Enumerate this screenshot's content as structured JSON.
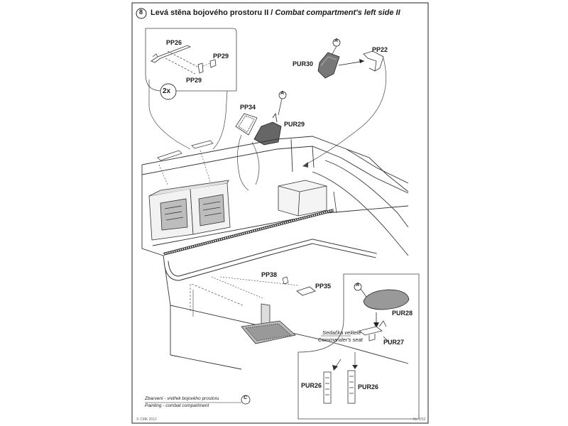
{
  "header": {
    "step": "8",
    "title_cz": "Levá stěna bojového prostoru II / ",
    "title_en": "Combat compartment's left side II"
  },
  "callouts": {
    "multiplier": "2x",
    "ref_a": "A",
    "ref_c": "C"
  },
  "parts": {
    "pp26": "PP26",
    "pp29a": "PP29",
    "pp29b": "PP29",
    "pur30": "PUR30",
    "pp22": "PP22",
    "pp34": "PP34",
    "pur29": "PUR29",
    "pp38": "PP38",
    "pp35": "PP35",
    "pur28": "PUR28",
    "pur27": "PUR27",
    "pur26a": "PUR26",
    "pur26b": "PUR26"
  },
  "notes": {
    "seat_cz": "Sedačka velitele",
    "seat_en": "Commander's seat",
    "paint_cz": "Zbarvení - vnitřek bojového prostoru",
    "paint_en": "Painting - combat compartment"
  },
  "footer": {
    "left": "© CMK 2012",
    "right": "Nr. 1/52"
  }
}
